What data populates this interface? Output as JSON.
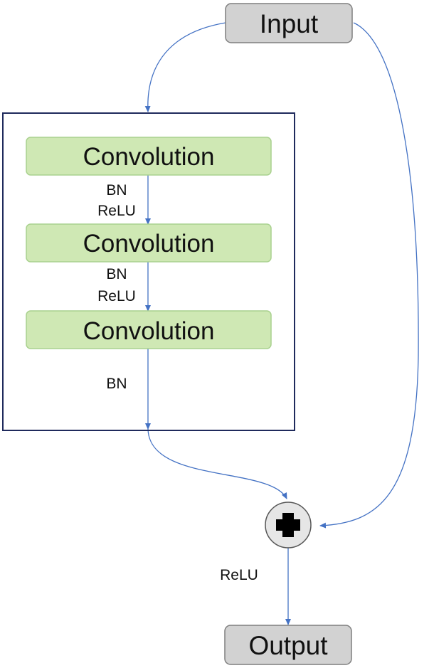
{
  "diagram": {
    "input_label": "Input",
    "output_label": "Output",
    "layers": [
      {
        "label": "Convolution",
        "post_ops": [
          "BN",
          "ReLU"
        ]
      },
      {
        "label": "Convolution",
        "post_ops": [
          "BN",
          "ReLU"
        ]
      },
      {
        "label": "Convolution",
        "post_ops": [
          "BN"
        ]
      }
    ],
    "after_add_label": "ReLU",
    "colors": {
      "arrow": "#4472c4",
      "conv_fill": "#cfe8b4",
      "conv_border": "#a9d18e",
      "block_border": "#1f2a5c",
      "io_fill": "#d2d2d2",
      "io_border": "#7f7f7f",
      "add_node_fill": "#e6e6e6"
    }
  }
}
